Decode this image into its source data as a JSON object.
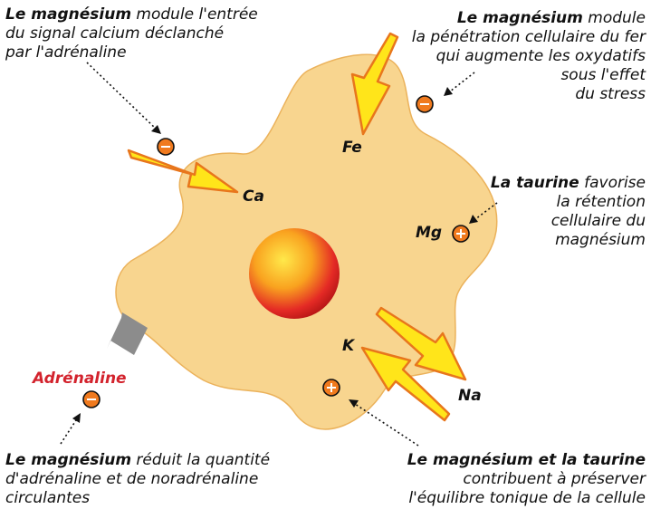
{
  "colors": {
    "cell_fill": "#f8d58f",
    "cell_stroke": "#ebb25b",
    "arrow_fill": "#ffe51a",
    "arrow_stroke": "#e8761c",
    "sign_fill": "#f07a1e",
    "adrenaline_text": "#d3232d",
    "receptor": "#8c8c8c"
  },
  "icons": {
    "minus_sign": "minus-circle-icon",
    "plus_sign": "plus-circle-icon"
  },
  "captions": {
    "top_left": {
      "bold": "Le magnésium",
      "rest_line1": " module l'entrée",
      "line2": "du signal calcium déclanché",
      "line3": "par l'adrénaline"
    },
    "top_right": {
      "bold": "Le magnésium",
      "rest_line1": " module",
      "line2": "la pénétration cellulaire du fer",
      "line3": "qui augmente les oxydatifs",
      "line4": "sous l'effet",
      "line5": "du stress"
    },
    "middle_right": {
      "bold": "La taurine",
      "rest_line1": " favorise",
      "line2": "la rétention",
      "line3": "cellulaire du",
      "line4": "magnésium"
    },
    "bottom_left": {
      "bold": "Le magnésium",
      "rest_line1": " réduit la quantité",
      "line2": "d'adrénaline et de noradrénaline",
      "line3": "circulantes"
    },
    "bottom_right": {
      "bold": "Le magnésium et la taurine",
      "line2": "contribuent à préserver",
      "line3": "l'équilibre tonique de la cellule"
    }
  },
  "ions": {
    "fe": "Fe",
    "ca": "Ca",
    "mg": "Mg",
    "k": "K",
    "na": "Na"
  },
  "adrenaline_label": "Adrénaline"
}
